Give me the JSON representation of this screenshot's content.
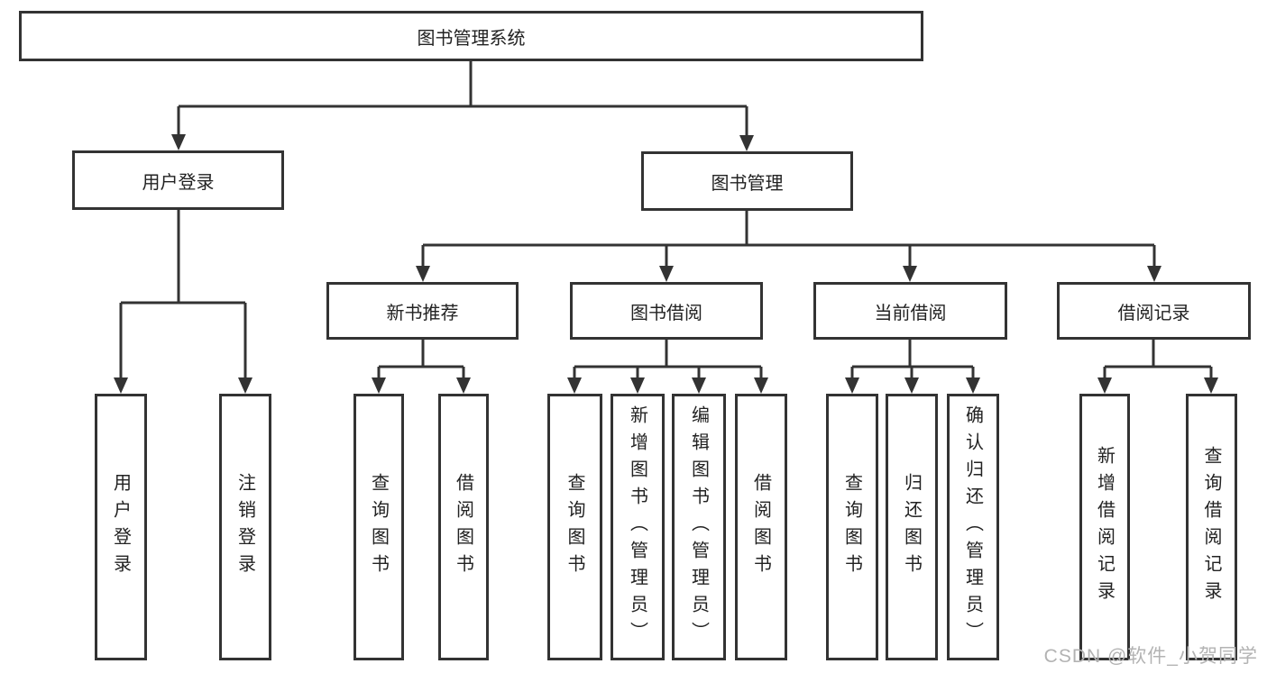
{
  "tree": {
    "label": "图书管理系统",
    "children": [
      {
        "label": "用户登录",
        "children": [
          {
            "label": "用户登录"
          },
          {
            "label": "注销登录"
          }
        ]
      },
      {
        "label": "图书管理",
        "children": [
          {
            "label": "新书推荐",
            "children": [
              {
                "label": "查询图书"
              },
              {
                "label": "借阅图书"
              }
            ]
          },
          {
            "label": "图书借阅",
            "children": [
              {
                "label": "查询图书"
              },
              {
                "label": "新增图书（管理员）"
              },
              {
                "label": "编辑图书（管理员）"
              },
              {
                "label": "借阅图书"
              }
            ]
          },
          {
            "label": "当前借阅",
            "children": [
              {
                "label": "查询图书"
              },
              {
                "label": "归还图书"
              },
              {
                "label": "确认归还（管理员）"
              }
            ]
          },
          {
            "label": "借阅记录",
            "children": [
              {
                "label": "新增借阅记录"
              },
              {
                "label": "查询借阅记录"
              }
            ]
          }
        ]
      }
    ]
  },
  "watermark": "CSDN @软件_小贺同学",
  "colors": {
    "line": "#333333",
    "text": "#222222",
    "watermark": "#b3b3b3",
    "background": "#ffffff"
  }
}
